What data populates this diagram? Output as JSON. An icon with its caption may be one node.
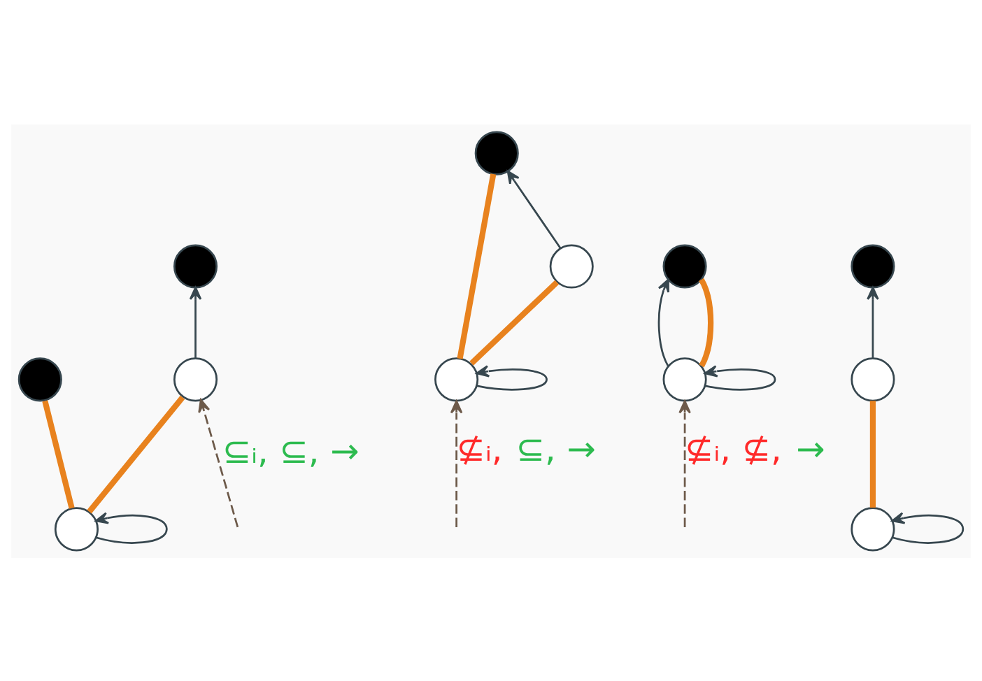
{
  "diagram": {
    "nodes": [
      {
        "text": [],
        "shape": "circle"
      },
      {
        "text": [],
        "shape": "circle"
      },
      {
        "text": [],
        "shape": "circle"
      },
      {
        "text": [],
        "shape": "circle"
      },
      {
        "text": [],
        "shape": "circle"
      },
      {
        "text": [],
        "shape": "circle"
      },
      {
        "text": [],
        "shape": "circle"
      },
      {
        "text": [],
        "shape": "circle"
      },
      {
        "text": [],
        "shape": "circle"
      },
      {
        "text": [],
        "shape": "circle"
      },
      {
        "text": [],
        "shape": "circle"
      },
      {
        "text": [],
        "shape": "circle"
      }
    ],
    "edges": [
      {
        "from": 1,
        "to": 0,
        "arrow": "to"
      },
      {
        "from": 3,
        "to": 1,
        "arrow": "none",
        "style": "thick",
        "color": "#e8821e"
      },
      {
        "from": 3,
        "to": 2,
        "arrow": "none",
        "style": "thick",
        "color": "#e8821e"
      },
      {
        "from": 3,
        "to": 3,
        "arrow": "to"
      },
      {
        "from": 5,
        "to": 4,
        "arrow": "to"
      },
      {
        "from": 6,
        "to": 5,
        "arrow": "none",
        "style": "thick",
        "color": "#e8821e"
      },
      {
        "from": 6,
        "to": 4,
        "arrow": "none",
        "style": "thick",
        "color": "#e8821e"
      },
      {
        "from": 6,
        "to": 6,
        "arrow": "to"
      },
      {
        "from": 8,
        "to": 7,
        "arrow": "to"
      },
      {
        "from": 8,
        "to": 7,
        "arrow": "none",
        "style": "thick",
        "color": "#e8821e"
      },
      {
        "from": 8,
        "to": 8,
        "arrow": "to"
      },
      {
        "from": 10,
        "to": 9,
        "arrow": "to"
      },
      {
        "from": 11,
        "to": 10,
        "arrow": "none",
        "style": "thick",
        "color": "#e8821e"
      },
      {
        "from": 11,
        "to": 11,
        "arrow": "to"
      },
      {
        "from": null,
        "to": 1,
        "arrow": "to",
        "style": "dashed",
        "color": "#6d5a4a",
        "label": "⊆ᵢ, ⊆, →"
      },
      {
        "from": null,
        "to": 6,
        "arrow": "to",
        "style": "dashed",
        "color": "#6d5a4a",
        "label": "⊈ᵢ, ⊆, →"
      },
      {
        "from": null,
        "to": 8,
        "arrow": "to",
        "style": "dashed",
        "color": "#6d5a4a",
        "label": "⊈ᵢ, ⊈, →"
      }
    ]
  }
}
